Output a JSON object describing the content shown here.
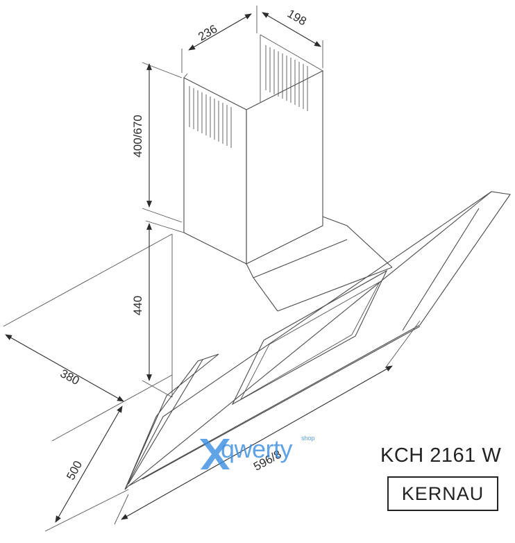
{
  "dimensions": {
    "chimney_width": "236",
    "chimney_depth": "198",
    "chimney_height": "400/670",
    "hood_height": "440",
    "hood_depth": "380",
    "glass_depth": "500",
    "hood_width": "596/8"
  },
  "product": {
    "model": "KCH 2161 W",
    "brand": "KERNAU"
  },
  "watermark": {
    "text": "qwerty",
    "suffix": "shop"
  },
  "colors": {
    "line": "#4a4a4a",
    "text": "#222222",
    "watermark": "#3d8fe0"
  }
}
